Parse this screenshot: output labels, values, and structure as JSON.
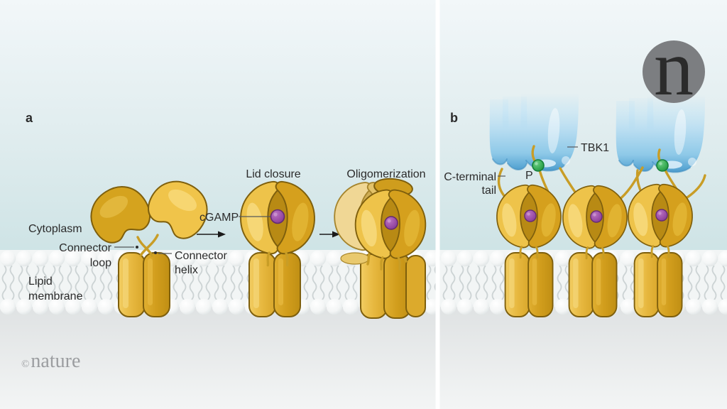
{
  "panel_a": {
    "label": "a",
    "cytoplasm_label": "Cytoplasm",
    "connector_loop_label": [
      "Connector",
      "loop"
    ],
    "connector_helix_label": [
      "Connector",
      "helix"
    ],
    "lipid_membrane_label": [
      "Lipid",
      "membrane"
    ],
    "cgamp_label": "cGAMP",
    "lid_closure_label": "Lid closure",
    "oligomerization_label": "Oligomerization"
  },
  "panel_b": {
    "label": "b",
    "c_terminal_tail_label": [
      "C-terminal",
      "tail"
    ],
    "phosphate_label": "P",
    "tbk1_label": "TBK1"
  },
  "branding": {
    "logo_letter": "n",
    "watermark_symbol": "©",
    "watermark_text": "nature"
  },
  "colors": {
    "background_top": "#f2f7f9",
    "background_teal": "#cde3e5",
    "below_membrane_gray": "#dfe2e3",
    "membrane_ball": "#ffffff",
    "divider": "#ffffff",
    "sting_light": "#eec34a",
    "sting_dark": "#d5a01d",
    "sting_outline": "#7e5f0d",
    "connector_strand": "#c89d26",
    "cgamp_purple": "#8f3f9c",
    "phosphate_green": "#2ea04c",
    "tbk1_blue": "#6fb5de",
    "tbk1_deep": "#4392c5",
    "label_text": "#2b2b2b",
    "leader_line": "#55585a",
    "arrow": "#1a1a1a",
    "logo_gray": "#7c7e81",
    "watermark_gray": "#9b9da0"
  }
}
